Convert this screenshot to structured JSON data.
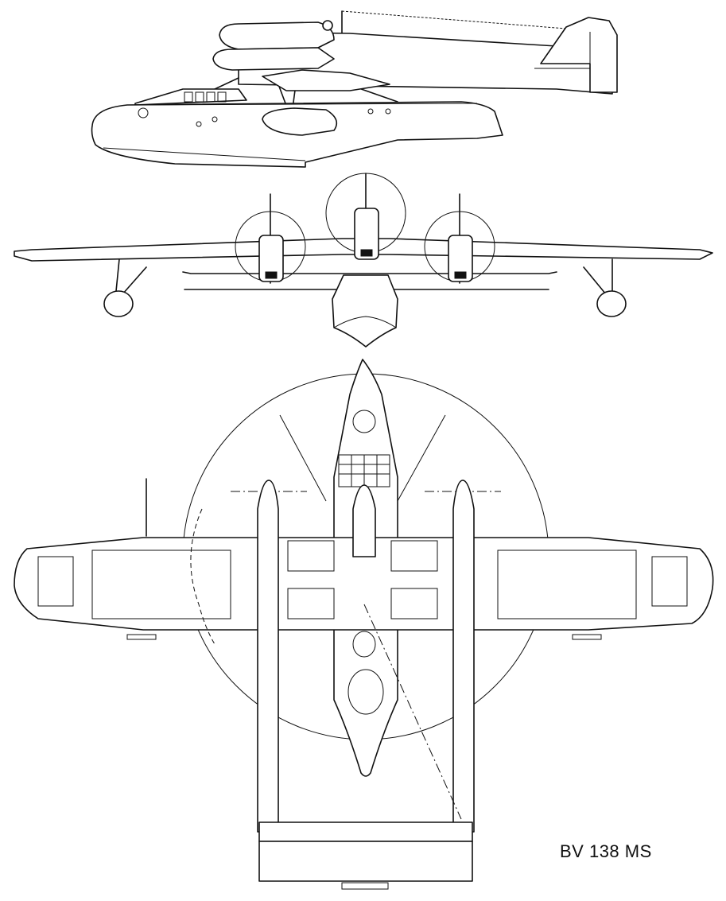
{
  "caption": "BV 138 MS",
  "views": {
    "side": "side-view",
    "front": "front-view",
    "top": "top-view"
  }
}
